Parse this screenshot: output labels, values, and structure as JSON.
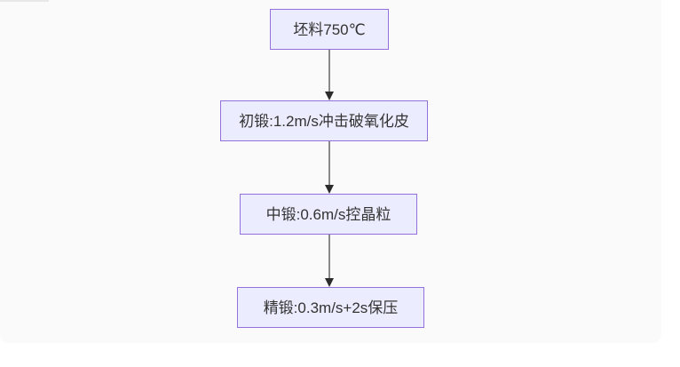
{
  "page": {
    "background": "#ffffff",
    "canvas_background": "#fafafa"
  },
  "diagram": {
    "type": "flowchart",
    "direction": "top-down",
    "nodes": [
      {
        "id": "node-1",
        "label": "坯料750℃"
      },
      {
        "id": "node-2",
        "label": "初锻:1.2m/s冲击破氧化皮"
      },
      {
        "id": "node-3",
        "label": "中锻:0.6m/s控晶粒"
      },
      {
        "id": "node-4",
        "label": "精锻:0.3m/s+2s保压"
      }
    ],
    "edges": [
      {
        "from": "node-1",
        "to": "node-2",
        "arrow": "down"
      },
      {
        "from": "node-2",
        "to": "node-3",
        "arrow": "down"
      },
      {
        "from": "node-3",
        "to": "node-4",
        "arrow": "down"
      }
    ],
    "colors": {
      "node_fill": "#ECECFF",
      "node_border": "#9370DB",
      "edge_line": "#8A8A8A",
      "arrow_head": "#2B2B2B",
      "text": "#333333"
    }
  }
}
